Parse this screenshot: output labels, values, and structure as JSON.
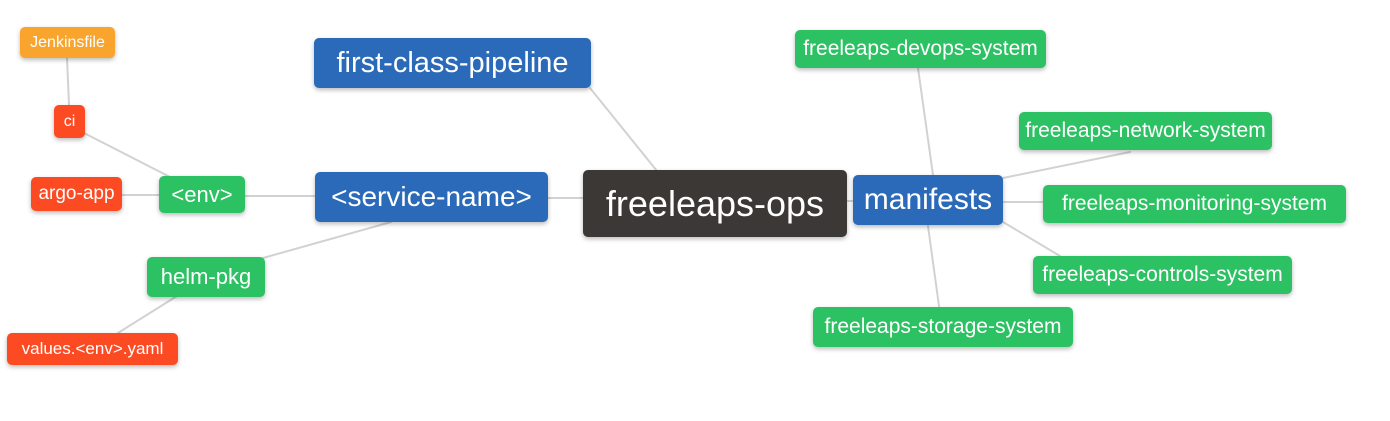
{
  "diagram": {
    "type": "mindmap",
    "background_color": "#ffffff",
    "connector_color": "#d2d2d2",
    "palette": {
      "root_node": "#3b3835",
      "branch_node": "#2a6ab8",
      "green_node": "#2cc263",
      "orange_node": "#f9a42c",
      "red_node": "#fc4a23",
      "node_text": "#ffffff"
    },
    "nodes": {
      "jenkinsfile": {
        "label": "Jenkinsfile"
      },
      "ci": {
        "label": "ci"
      },
      "argo_app": {
        "label": "argo-app"
      },
      "env": {
        "label": "<env>"
      },
      "helm_pkg": {
        "label": "helm-pkg"
      },
      "values_env_yaml": {
        "label": "values.<env>.yaml"
      },
      "first_class_pipeline": {
        "label": "first-class-pipeline"
      },
      "service_name": {
        "label": "<service-name>"
      },
      "freeleaps_ops": {
        "label": "freeleaps-ops"
      },
      "manifests": {
        "label": "manifests"
      },
      "devops_system": {
        "label": "freeleaps-devops-system"
      },
      "network_system": {
        "label": "freeleaps-network-system"
      },
      "monitoring_system": {
        "label": "freeleaps-monitoring-system"
      },
      "controls_system": {
        "label": "freeleaps-controls-system"
      },
      "storage_system": {
        "label": "freeleaps-storage-system"
      }
    },
    "edges": [
      {
        "from": "Jenkinsfile",
        "to": "ci"
      },
      {
        "from": "ci",
        "to": "<env>"
      },
      {
        "from": "argo-app",
        "to": "<env>"
      },
      {
        "from": "<env>",
        "to": "<service-name>"
      },
      {
        "from": "helm-pkg",
        "to": "<service-name>"
      },
      {
        "from": "values.<env>.yaml",
        "to": "helm-pkg"
      },
      {
        "from": "first-class-pipeline",
        "to": "freeleaps-ops"
      },
      {
        "from": "<service-name>",
        "to": "freeleaps-ops"
      },
      {
        "from": "freeleaps-ops",
        "to": "manifests"
      },
      {
        "from": "manifests",
        "to": "freeleaps-devops-system"
      },
      {
        "from": "manifests",
        "to": "freeleaps-network-system"
      },
      {
        "from": "manifests",
        "to": "freeleaps-monitoring-system"
      },
      {
        "from": "manifests",
        "to": "freeleaps-controls-system"
      },
      {
        "from": "manifests",
        "to": "freeleaps-storage-system"
      }
    ]
  }
}
